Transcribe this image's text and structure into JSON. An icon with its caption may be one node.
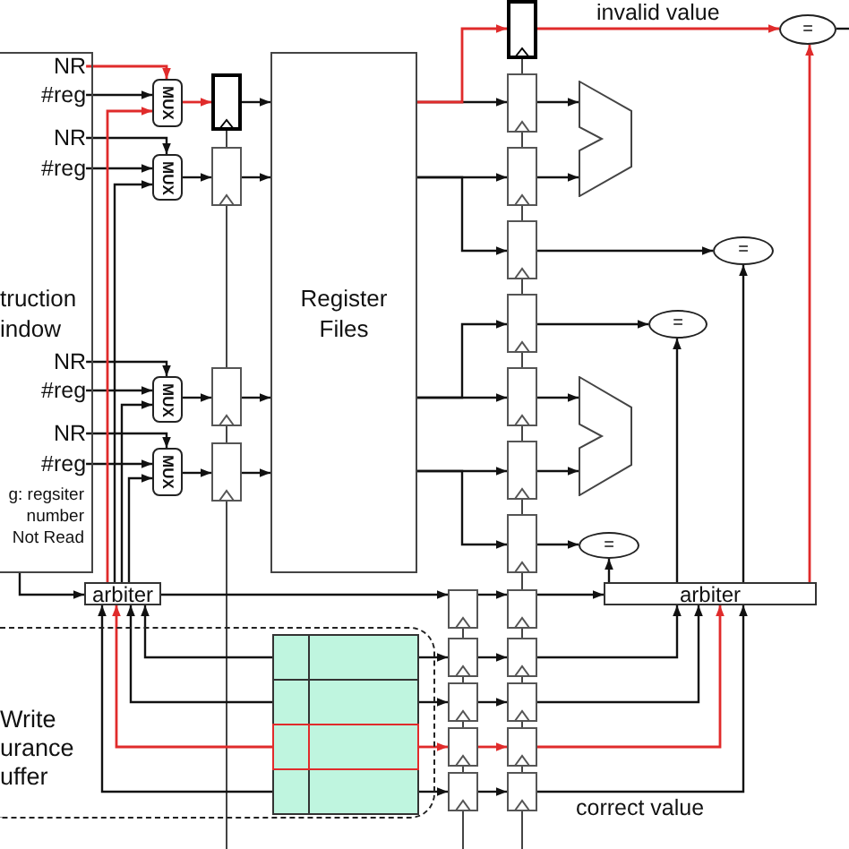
{
  "diagram": {
    "nodes": [
      {
        "text": [
          "truction indow",
          "g: regsiter number",
          "Not Read"
        ]
      },
      {
        "text": [
          "NR"
        ],
        "in": 0
      },
      {
        "text": [
          "#reg"
        ],
        "in": 0
      },
      {
        "text": [
          "NR"
        ],
        "in": 0
      },
      {
        "text": [
          "#reg"
        ],
        "in": 0
      },
      {
        "text": [
          "NR"
        ],
        "in": 0
      },
      {
        "text": [
          "#reg"
        ],
        "in": 0
      },
      {
        "text": [
          "NR"
        ],
        "in": 0
      },
      {
        "text": [
          "#reg"
        ],
        "in": 0
      },
      {
        "text": [
          "MUX"
        ]
      },
      {
        "text": [
          "MUX"
        ]
      },
      {
        "text": [
          "MUX"
        ]
      },
      {
        "text": [
          "MUX"
        ]
      },
      {
        "text": [],
        "shape": "box"
      },
      {
        "text": [],
        "shape": "box"
      },
      {
        "text": [],
        "shape": "box"
      },
      {
        "text": [],
        "shape": "box"
      },
      {
        "text": [
          "Register Files"
        ]
      },
      {
        "text": [],
        "shape": "box"
      },
      {
        "text": [],
        "shape": "box"
      },
      {
        "text": [],
        "shape": "box"
      },
      {
        "text": [],
        "shape": "box"
      },
      {
        "text": [],
        "shape": "box"
      },
      {
        "text": [],
        "shape": "box"
      },
      {
        "text": [],
        "shape": "box"
      },
      {
        "text": [],
        "shape": "box"
      },
      {
        "text": [],
        "shape": "trapezoid"
      },
      {
        "text": [],
        "shape": "trapezoid"
      },
      {
        "text": [
          "="
        ]
      },
      {
        "text": [
          "="
        ]
      },
      {
        "text": [
          "="
        ]
      },
      {
        "text": [
          "="
        ]
      },
      {
        "text": [
          "arbiter"
        ]
      },
      {
        "text": [
          "arbiter"
        ]
      },
      {
        "text": [
          "Write urance uffer"
        ]
      },
      {
        "text": [],
        "shape": "bar",
        "in": 34
      },
      {
        "text": [],
        "shape": "bar",
        "in": 34
      },
      {
        "text": [],
        "shape": "bar",
        "in": 34
      },
      {
        "text": [],
        "shape": "bar",
        "in": 34
      },
      {
        "text": [],
        "shape": "box"
      },
      {
        "text": [],
        "shape": "box"
      },
      {
        "text": [],
        "shape": "box"
      },
      {
        "text": [],
        "shape": "box"
      },
      {
        "text": [],
        "shape": "box"
      },
      {
        "text": [],
        "shape": "box"
      },
      {
        "text": [],
        "shape": "box"
      },
      {
        "text": [],
        "shape": "box"
      },
      {
        "text": [],
        "shape": "box"
      },
      {
        "text": [],
        "shape": "box"
      }
    ],
    "edges": [
      {
        "from": 1,
        "to": 9,
        "arrow": "to",
        "color": "#e02b2b"
      },
      {
        "from": 2,
        "to": 9,
        "arrow": "to"
      },
      {
        "from": 32,
        "to": 9,
        "arrow": "to",
        "color": "#e02b2b"
      },
      {
        "from": 3,
        "to": 10,
        "arrow": "to"
      },
      {
        "from": 4,
        "to": 10,
        "arrow": "to"
      },
      {
        "from": 32,
        "to": 10,
        "arrow": "to"
      },
      {
        "from": 5,
        "to": 11,
        "arrow": "to"
      },
      {
        "from": 6,
        "to": 11,
        "arrow": "to"
      },
      {
        "from": 32,
        "to": 11,
        "arrow": "to"
      },
      {
        "from": 7,
        "to": 12,
        "arrow": "to"
      },
      {
        "from": 8,
        "to": 12,
        "arrow": "to"
      },
      {
        "from": 32,
        "to": 12,
        "arrow": "to"
      },
      {
        "from": 9,
        "to": 13,
        "arrow": "to",
        "color": "#e02b2b"
      },
      {
        "from": 10,
        "to": 14,
        "arrow": "to"
      },
      {
        "from": 11,
        "to": 15,
        "arrow": "to"
      },
      {
        "from": 12,
        "to": 16,
        "arrow": "to"
      },
      {
        "from": 13,
        "to": 17,
        "arrow": "to"
      },
      {
        "from": 14,
        "to": 17,
        "arrow": "to"
      },
      {
        "from": 15,
        "to": 17,
        "arrow": "to"
      },
      {
        "from": 16,
        "to": 17,
        "arrow": "to"
      },
      {
        "from": 17,
        "to": 18,
        "arrow": "to",
        "color": "#e02b2b"
      },
      {
        "from": 17,
        "to": 19,
        "arrow": "to"
      },
      {
        "from": 17,
        "to": 20,
        "arrow": "to"
      },
      {
        "from": 17,
        "to": 21,
        "arrow": "to"
      },
      {
        "from": 17,
        "to": 22,
        "arrow": "to"
      },
      {
        "from": 17,
        "to": 23,
        "arrow": "to"
      },
      {
        "from": 17,
        "to": 24,
        "arrow": "to"
      },
      {
        "from": 17,
        "to": 25,
        "arrow": "to"
      },
      {
        "from": 19,
        "to": 26,
        "arrow": "to"
      },
      {
        "from": 20,
        "to": 26,
        "arrow": "to"
      },
      {
        "from": 23,
        "to": 27,
        "arrow": "to"
      },
      {
        "from": 24,
        "to": 27,
        "arrow": "to"
      },
      {
        "from": 18,
        "to": 28,
        "arrow": "to",
        "label": "invalid value",
        "color": "#e02b2b"
      },
      {
        "from": 33,
        "to": 28,
        "arrow": "to",
        "color": "#e02b2b"
      },
      {
        "from": 21,
        "to": 29,
        "arrow": "to"
      },
      {
        "from": 33,
        "to": 29,
        "arrow": "to"
      },
      {
        "from": 22,
        "to": 30,
        "arrow": "to"
      },
      {
        "from": 33,
        "to": 30,
        "arrow": "to"
      },
      {
        "from": 25,
        "to": 31,
        "arrow": "to"
      },
      {
        "from": 33,
        "to": 31,
        "arrow": "to"
      },
      {
        "from": 28,
        "to": null,
        "arrow": "none"
      },
      {
        "from": 0,
        "to": 32,
        "arrow": "to"
      },
      {
        "from": 32,
        "to": 39,
        "arrow": "to"
      },
      {
        "from": 39,
        "to": 44,
        "arrow": "to"
      },
      {
        "from": 44,
        "to": 33,
        "arrow": "to"
      },
      {
        "from": 35,
        "to": 40,
        "arrow": "to"
      },
      {
        "from": 36,
        "to": 41,
        "arrow": "to"
      },
      {
        "from": 37,
        "to": 42,
        "arrow": "to",
        "color": "#e02b2b"
      },
      {
        "from": 38,
        "to": 43,
        "arrow": "to"
      },
      {
        "from": 40,
        "to": 45,
        "arrow": "to"
      },
      {
        "from": 41,
        "to": 46,
        "arrow": "to"
      },
      {
        "from": 42,
        "to": 47,
        "arrow": "to",
        "color": "#e02b2b"
      },
      {
        "from": 43,
        "to": 48,
        "arrow": "to"
      },
      {
        "from": 45,
        "to": 33,
        "arrow": "to"
      },
      {
        "from": 46,
        "to": 33,
        "arrow": "to"
      },
      {
        "from": 47,
        "to": 33,
        "arrow": "to",
        "color": "#e02b2b"
      },
      {
        "from": 48,
        "to": 33,
        "arrow": "to",
        "label": "correct value"
      },
      {
        "from": 35,
        "to": 32,
        "arrow": "to"
      },
      {
        "from": 36,
        "to": 32,
        "arrow": "to"
      },
      {
        "from": 37,
        "to": 32,
        "arrow": "to",
        "color": "#e02b2b"
      },
      {
        "from": 38,
        "to": 32,
        "arrow": "to"
      }
    ]
  }
}
